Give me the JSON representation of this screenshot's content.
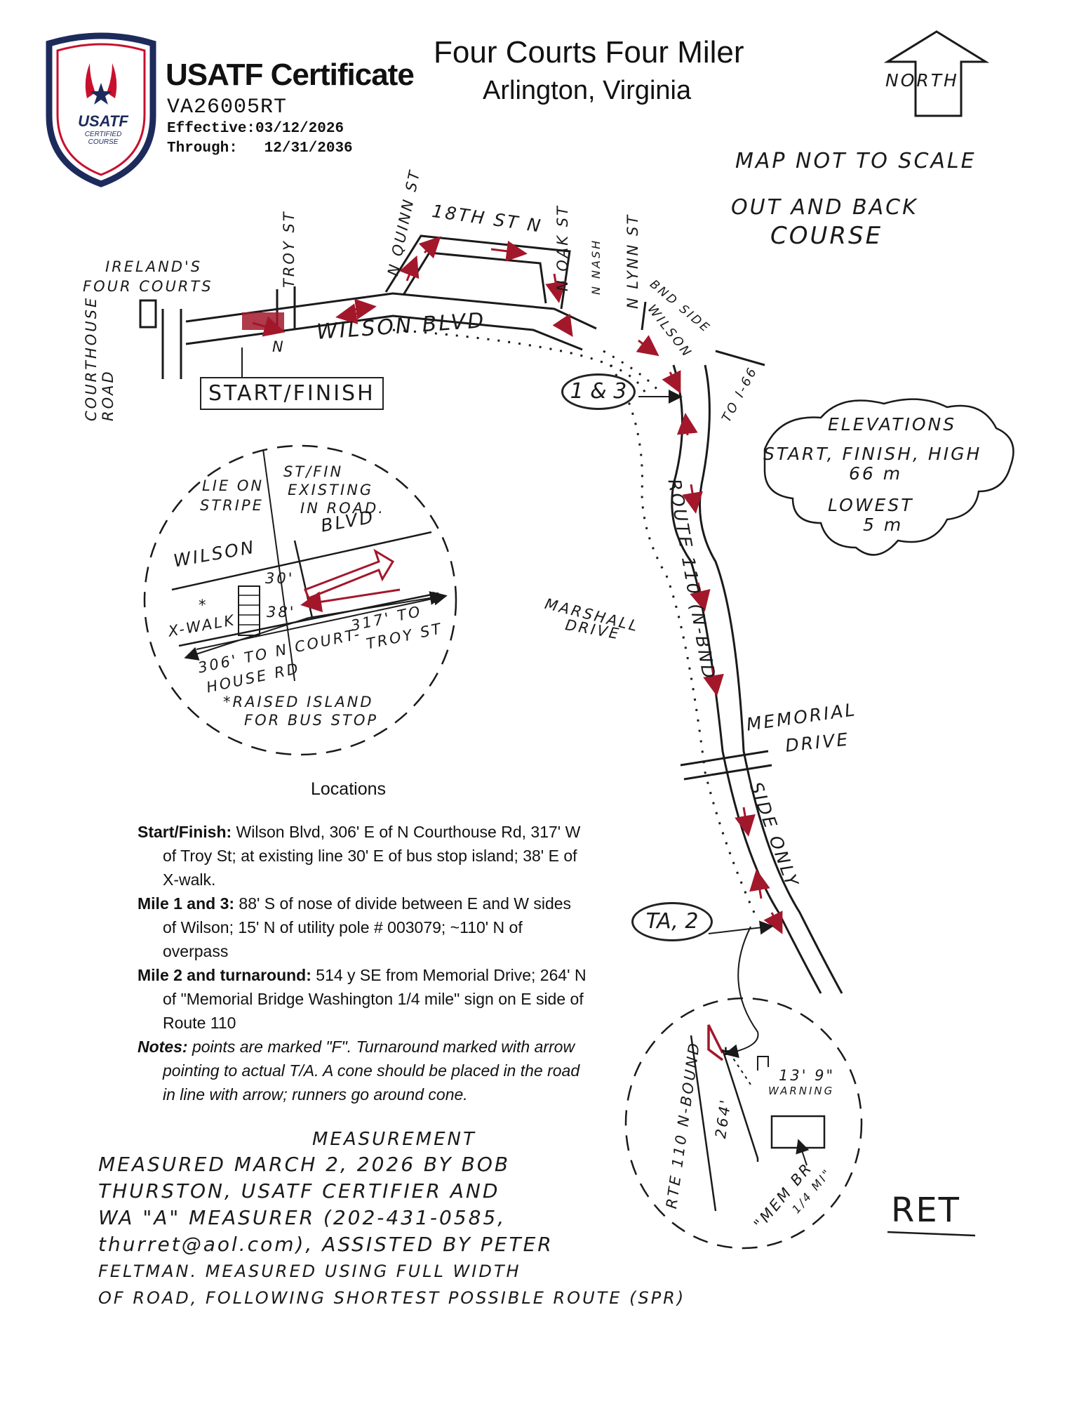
{
  "header": {
    "badge_text": "USATF",
    "badge_subtext": "CERTIFIED COURSE",
    "cert_title": "USATF Certificate",
    "cert_number": "VA26005RT",
    "effective_label": "Effective:",
    "effective_date": "03/12/2026",
    "through_label": "Through:",
    "through_date": "12/31/2036",
    "race_title": "Four Courts Four Miler",
    "race_location": "Arlington, Virginia",
    "north_label": "NORTH"
  },
  "notes": {
    "not_to_scale": "MAP NOT TO SCALE",
    "course_type_1": "OUT AND BACK",
    "course_type_2": "COURSE"
  },
  "elevations": {
    "title": "ELEVATIONS",
    "line1": "START, FINISH, HIGH",
    "line2": "66 m",
    "line3": "LOWEST",
    "line4": "5 m"
  },
  "map_labels": {
    "irelands": "IRELAND'S",
    "four_courts": "FOUR COURTS",
    "courthouse_road": "COURTHOUSE ROAD",
    "troy_st": "TROY ST",
    "n": "N",
    "n_quinn_st": "N QUINN ST",
    "st_18th": "18TH ST N",
    "n_oak_st": "N OAK ST",
    "n_nash": "N NASH",
    "n_lynn_st": "N LYNN ST",
    "wilson_blvd": "WILSON  BLVD",
    "bnd_side": "BND SIDE",
    "wilson": "WILSON",
    "to_i66": "TO I-66",
    "start_finish": "START/FINISH",
    "mile_1_3": "1 & 3",
    "route_110": "ROUTE 110 (N-BND",
    "marshall_1": "MARSHALL",
    "marshall_2": "DRIVE",
    "memorial_1": "MEMORIAL",
    "memorial_2": "DRIVE",
    "side_only": "SIDE ONLY",
    "ta_2": "TA, 2"
  },
  "inset_start": {
    "lie_on_1": "LIE ON",
    "lie_on_2": "STRIPE",
    "stfin_1": "ST/FIN",
    "stfin_2": "EXISTING",
    "stfin_3": "IN ROAD.",
    "wilson": "WILSON",
    "blvd": "BLVD",
    "dist_30": "30'",
    "dist_38": "38'",
    "xwalk": "X-WALK",
    "d306_1": "306' TO N COURT-",
    "d306_2": "HOUSE RD",
    "d317_1": "317' TO",
    "d317_2": "TROY ST",
    "raised_1": "*RAISED ISLAND",
    "raised_2": "FOR BUS STOP",
    "star": "*"
  },
  "inset_ta": {
    "route": "RTE 110 N-BOUND",
    "d264": "264'",
    "warning_1": "13' 9\"",
    "warning_2": "WARNING",
    "sign_1": "\"MEM BR",
    "sign_2": "1/4 MI\"",
    "plus": "+"
  },
  "locations": {
    "heading": "Locations",
    "start_label": "Start/Finish:",
    "start_text": " Wilson Blvd, 306' E of N Courthouse Rd, 317' W of Troy St; at existing line 30' E of bus stop island; 38' E of X-walk.",
    "mile13_label": "Mile 1 and 3:",
    "mile13_text": " 88' S of nose of divide between E and W sides of Wilson; 15' N of utility pole # 003079; ~110' N of overpass",
    "mile2_label": "Mile 2 and turnaround:",
    "mile2_text": " 514 y SE from Memorial Drive; 264' N of \"Memorial Bridge Washington 1/4 mile\" sign on E side of Route 110",
    "notes_label": "Notes:",
    "notes_text": " points are marked \"F\". Turnaround marked with arrow pointing to actual T/A. A cone should be placed in the road in line with arrow; runners go around cone."
  },
  "measurement": {
    "heading": "MEASUREMENT",
    "line1": "MEASURED MARCH 2, 2026 BY BOB",
    "line2": "THURSTON, USATF CERTIFIER AND",
    "line3": "WA \"A\" MEASURER (202-431-0585,",
    "line4": "thurret@aol.com), ASSISTED BY PETER",
    "line5": "FELTMAN. MEASURED USING FULL WIDTH",
    "line6": "OF ROAD, FOLLOWING SHORTEST POSSIBLE ROUTE (SPR)",
    "initials": "RET"
  },
  "colors": {
    "ink": "#1a1a1a",
    "route_red": "#a3172b",
    "badge_navy": "#1d2b5c",
    "badge_red": "#c8102e"
  }
}
